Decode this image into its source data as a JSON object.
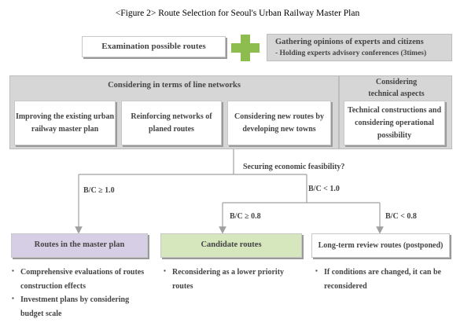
{
  "title": "<Figure  2> Route Selection for Seoul's  Urban Railway Master Plan",
  "examination_label": "Examination  possible routes",
  "gathering": {
    "line1": "Gathering  opinions  of  experts  and  citizens",
    "line2": "-    Holding  experts advisory  conferences (3times)"
  },
  "networks_header": "Considering  in  terms  of  line  networks",
  "network_items": [
    "Improving the existing urban railway  master plan",
    "Reinforcing networks of planed routes",
    "Considering new routes by developing new towns"
  ],
  "technical": {
    "header": "Considering technical aspects",
    "body": "Technical constructions and considering operational possibility"
  },
  "economic_label": "Securing economic feasibility?",
  "bc_labels": {
    "ge_1": "B/C ≥ 1.0",
    "lt_1": "B/C < 1.0",
    "ge_08": "B/C ≥ 0.8",
    "lt_08": "B/C < 0.8"
  },
  "outcomes": {
    "master_plan": "Routes in the master plan",
    "candidate": "Candidate  routes",
    "long_term": "Long-term  review routes (postponed)"
  },
  "bullets": {
    "master_plan": [
      "Comprehensive evaluations of routes construction effects",
      "Investment plans by considering budget scale"
    ],
    "candidate": [
      "Reconsidering as a lower priority routes"
    ],
    "long_term": [
      "If conditions are changed, it can be reconsidered"
    ]
  },
  "colors": {
    "gray_band": "#d6d6d6",
    "green_plus": "#8dbd4f",
    "purple_box": "#d6cee4",
    "green_box": "#d6e6bd",
    "line": "#a0a0a0"
  }
}
